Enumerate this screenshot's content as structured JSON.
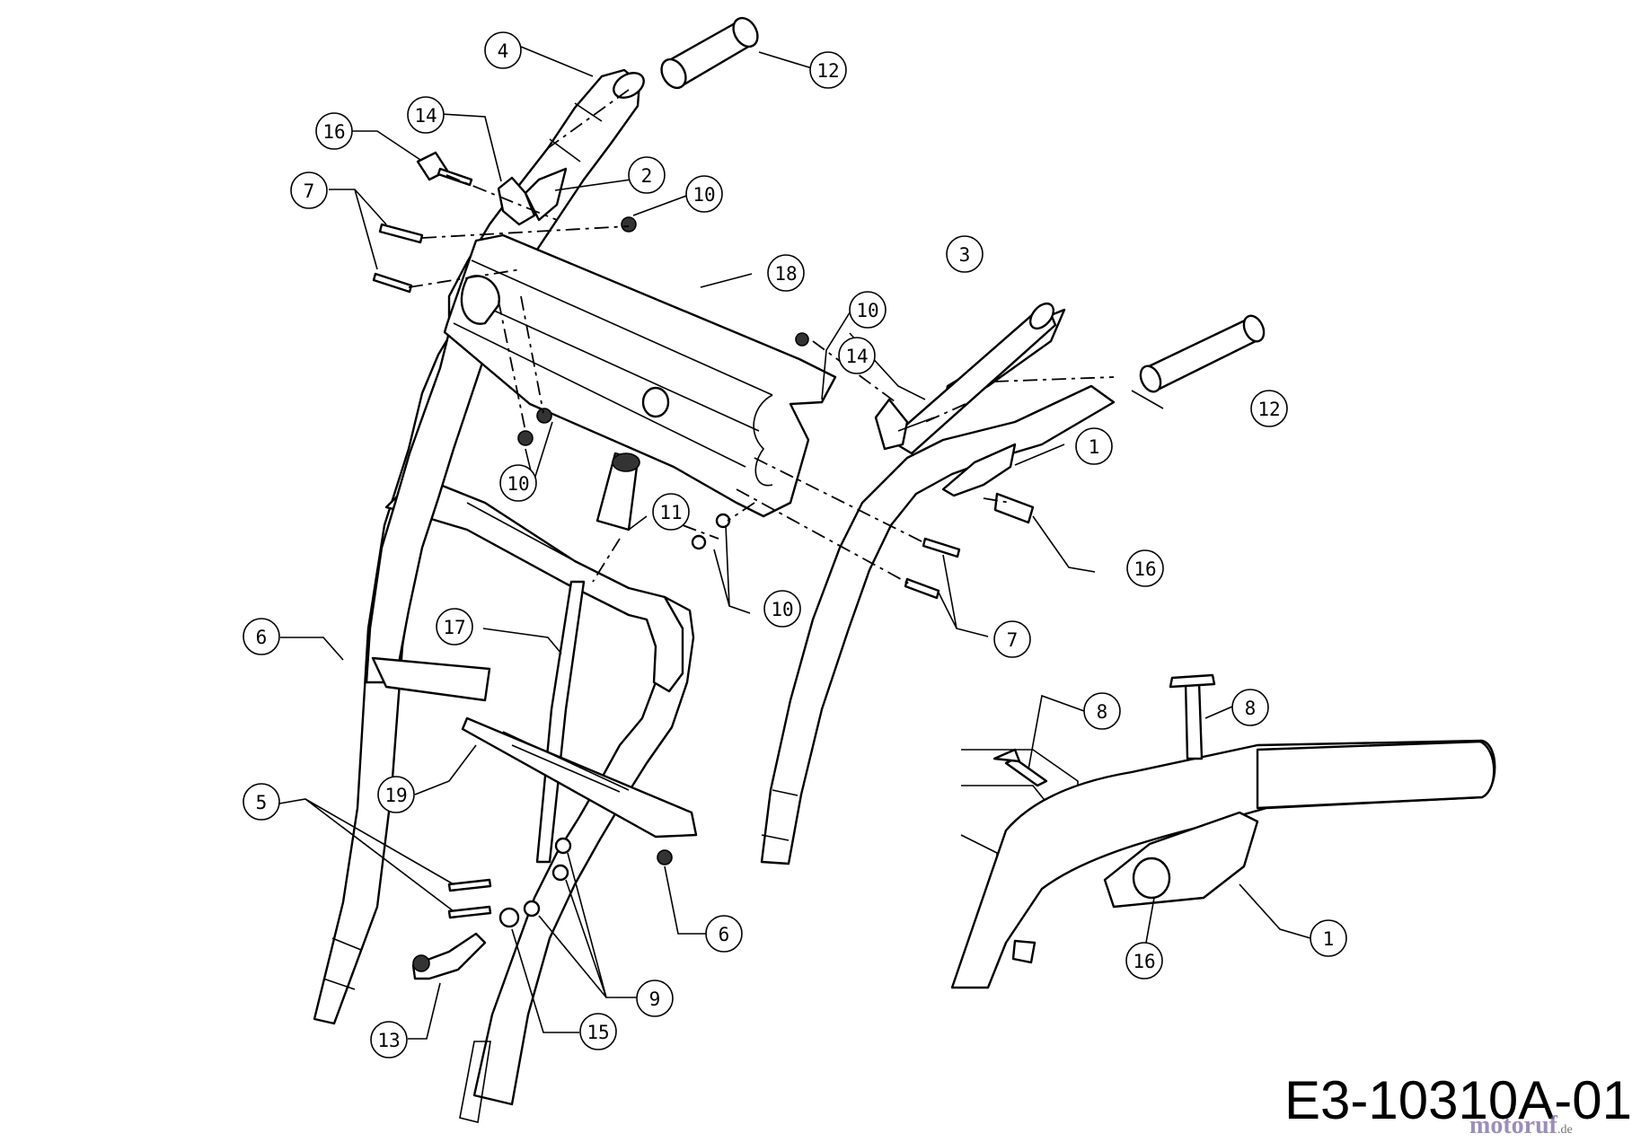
{
  "diagram": {
    "drawing_code": "E3-10310A-01",
    "watermark": {
      "brand": "motoruf",
      "domain": ".de"
    },
    "callouts": [
      "1",
      "2",
      "3",
      "4",
      "5",
      "6",
      "7",
      "8",
      "9",
      "10",
      "11",
      "12",
      "13",
      "14",
      "15",
      "16",
      "17",
      "18",
      "19"
    ],
    "parts": [
      {
        "id": "handle-bracket-right",
        "callout": "1"
      },
      {
        "id": "handle-bracket-left",
        "callout": "2"
      },
      {
        "id": "upper-handle-right",
        "callout": "3"
      },
      {
        "id": "upper-handle-left",
        "callout": "4"
      },
      {
        "id": "bolts-lower",
        "callout": "5"
      },
      {
        "id": "bolt-side-and-lower",
        "callout": "6"
      },
      {
        "id": "carriage-bolts",
        "callout": "7"
      },
      {
        "id": "detail-bolt",
        "callout": "8"
      },
      {
        "id": "washers",
        "callout": "9"
      },
      {
        "id": "nuts",
        "callout": "10"
      },
      {
        "id": "shift-knob",
        "callout": "11"
      },
      {
        "id": "hand-grips",
        "callout": "12"
      },
      {
        "id": "lower-bracket",
        "callout": "13"
      },
      {
        "id": "pivot-levers",
        "callout": "14"
      },
      {
        "id": "spacer-washer",
        "callout": "15"
      },
      {
        "id": "shoulder-bolts",
        "callout": "16"
      },
      {
        "id": "shift-rod",
        "callout": "17"
      },
      {
        "id": "dash-panel",
        "callout": "18"
      },
      {
        "id": "chute-control-bracket",
        "callout": "19"
      }
    ]
  }
}
